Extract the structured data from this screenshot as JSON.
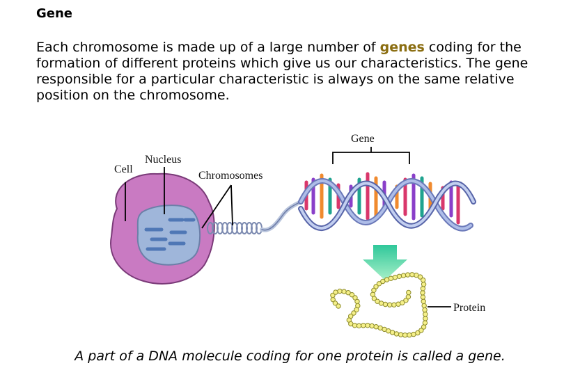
{
  "heading": "Gene",
  "paragraph": {
    "before": "Each chromosome is made up of a large number of ",
    "highlight": "genes",
    "after": " coding for the formation of different proteins which give us our characteristics. The gene responsible for a particular characteristic is always on the same relative position on the chromosome."
  },
  "diagram": {
    "labels": {
      "cell": "Cell",
      "nucleus": "Nucleus",
      "chromosomes": "Chromosomes",
      "gene": "Gene",
      "protein": "Protein"
    }
  },
  "caption": "A part of a DNA molecule coding for one protein is called a gene."
}
